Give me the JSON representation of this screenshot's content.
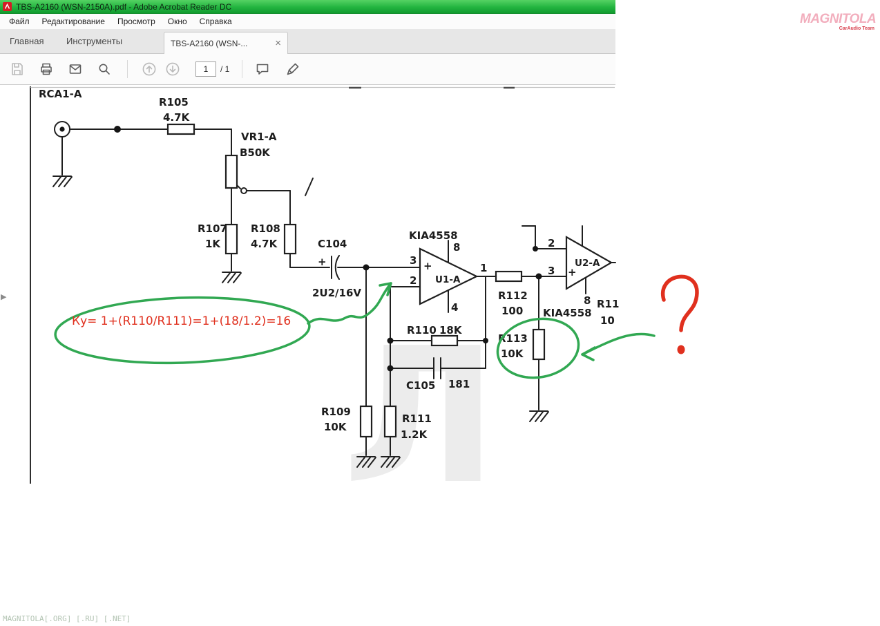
{
  "window": {
    "title": "TBS-A2160 (WSN-2150A).pdf - Adobe Acrobat Reader DC"
  },
  "menubar": {
    "items": [
      "Файл",
      "Редактирование",
      "Просмотр",
      "Окно",
      "Справка"
    ]
  },
  "tabbar": {
    "home": "Главная",
    "tools": "Инструменты",
    "doc_tab": "TBS-A2160 (WSN-...",
    "close": "×"
  },
  "toolbar": {
    "page_current": "1",
    "page_total": "/ 1",
    "icons": [
      "save-icon",
      "print-icon",
      "email-icon",
      "search-icon",
      "page-up-icon",
      "page-down-icon",
      "comment-icon",
      "sign-pen-icon"
    ]
  },
  "nav": {
    "expand_arrow": "▶"
  },
  "schematic": {
    "labels": {
      "rca": "RCA1-A",
      "r105": "R105",
      "r105v": "4.7K",
      "vr1": "VR1-A",
      "vr1v": "B50K",
      "r107": "R107",
      "r107v": "1K",
      "r108": "R108",
      "r108v": "4.7K",
      "c104": "C104",
      "c104_plus": "+",
      "c104v": "2U2/16V",
      "u1_chip": "KIA4558",
      "u1": "U1-A",
      "u1_pin3": "3",
      "u1_pin2": "2",
      "u1_pin1": "1",
      "u1_pin8": "8",
      "u1_pin4": "4",
      "u1_plus": "+",
      "r112": "R112",
      "r112v": "100",
      "u2": "U2-A",
      "u2_chip": "KIA4558",
      "u2_pin2": "2",
      "u2_pin3": "3",
      "u2_pin8": "8",
      "u2_plus": "+",
      "r110": "R110",
      "r110v": "18K",
      "c105": "C105",
      "c105v": "181",
      "r109": "R109",
      "r109v": "10K",
      "r111": "R111",
      "r111v": "1.2K",
      "r113": "R113",
      "r113v": "10K",
      "cut1": "R11",
      "cut2": "10"
    },
    "watermark": "Л"
  },
  "annotations": {
    "formula": "Ку= 1+(R110/R111)=1+(18/1.2)=16",
    "question_mark": "?"
  },
  "branding": {
    "logo": "MAGNITOLA",
    "logo_sub": "CarAudio Team",
    "footer": "MAGNITOLA[.ORG] [.RU] [.NET]"
  },
  "colors": {
    "titlebar_green": "#23b440",
    "annotation_green": "#31a852",
    "annotation_red": "#e0301e",
    "logo_pink": "#f2aebd"
  }
}
